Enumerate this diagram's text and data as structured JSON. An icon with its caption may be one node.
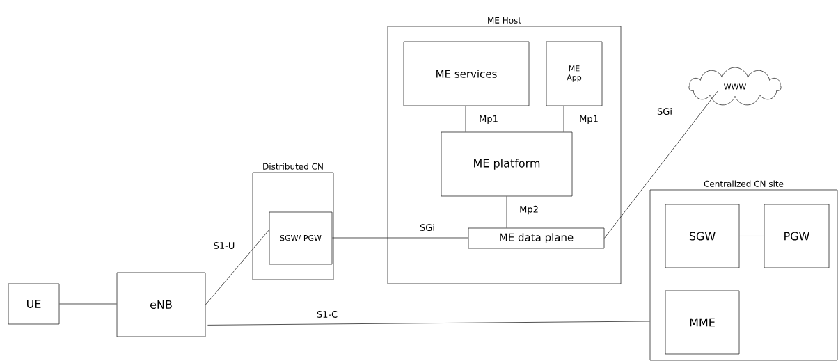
{
  "diagram": {
    "nodes": [
      {
        "text": [
          "ME Host"
        ]
      },
      {
        "text": [
          "ME services"
        ],
        "in": 0
      },
      {
        "text": [
          "ME App"
        ],
        "in": 0
      },
      {
        "text": [
          "ME platform"
        ],
        "in": 0
      },
      {
        "text": [
          "ME data plane"
        ],
        "in": 0
      },
      {
        "text": [
          "Distributed CN"
        ]
      },
      {
        "text": [
          "SGW/ PGW"
        ],
        "in": 5
      },
      {
        "text": [
          "UE"
        ]
      },
      {
        "text": [
          "eNB"
        ]
      },
      {
        "text": [
          "WWW"
        ]
      },
      {
        "text": [
          "Centralized CN site"
        ]
      },
      {
        "text": [
          "SGW"
        ],
        "in": 10
      },
      {
        "text": [
          "PGW"
        ],
        "in": 10
      },
      {
        "text": [
          "MME"
        ],
        "in": 10
      }
    ],
    "edges": [
      {
        "from": 1,
        "to": 3,
        "arrow": "none",
        "label": "Mp1"
      },
      {
        "from": 2,
        "to": 3,
        "arrow": "none",
        "label": "Mp1"
      },
      {
        "from": 3,
        "to": 4,
        "arrow": "none",
        "label": "Mp2"
      },
      {
        "from": 6,
        "to": 4,
        "arrow": "none",
        "label": "SGi"
      },
      {
        "from": 4,
        "to": 9,
        "arrow": "none",
        "label": "SGi"
      },
      {
        "from": 7,
        "to": 8,
        "arrow": "none"
      },
      {
        "from": 8,
        "to": 6,
        "arrow": "none",
        "label": "S1-U"
      },
      {
        "from": 8,
        "to": 10,
        "arrow": "none",
        "label": "S1-C"
      },
      {
        "from": 11,
        "to": 12,
        "arrow": "none"
      }
    ]
  }
}
